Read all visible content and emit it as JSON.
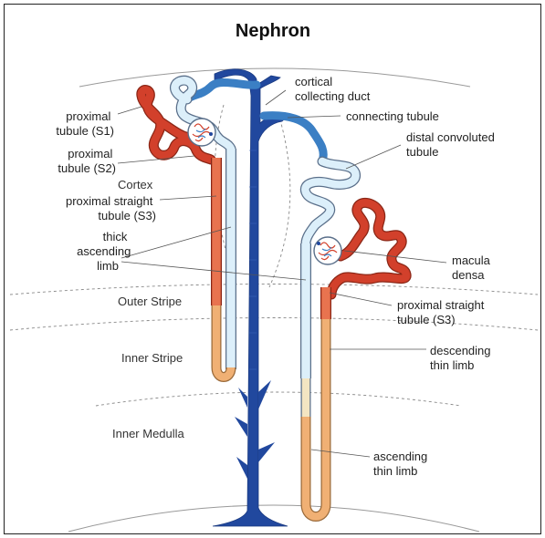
{
  "title": "Nephron",
  "labels": {
    "prox_s1": [
      "proximal",
      "tubule (S1)"
    ],
    "prox_s2": [
      "proximal",
      "tubule (S2)"
    ],
    "cortex": "Cortex",
    "prox_straight_left": [
      "proximal straight",
      "tubule (S3)"
    ],
    "thick_ascending": [
      "thick",
      "ascending",
      "limb"
    ],
    "outer_stripe": "Outer Stripe",
    "inner_stripe": "Inner Stripe",
    "inner_medulla": "Inner Medulla",
    "cortical_collecting": [
      "cortical",
      "collecting duct"
    ],
    "connecting_tubule": "connecting tubule",
    "distal_convoluted": [
      "distal convoluted",
      "tubule"
    ],
    "macula_densa": [
      "macula",
      "densa"
    ],
    "prox_straight_right": [
      "proximal straight",
      "tubule (S3)"
    ],
    "descending_thin": [
      "descending",
      "thin limb"
    ],
    "ascending_thin": [
      "ascending",
      "thin limb"
    ]
  },
  "colors": {
    "proximal_red": "#d2402b",
    "proximal_straight": "#e8734f",
    "thin_limb": "#f0b074",
    "thick_limb": "#dceffa",
    "distal_blue": "#3b7fc4",
    "collecting_dark": "#21489e",
    "outline": "#5a6f8a"
  }
}
